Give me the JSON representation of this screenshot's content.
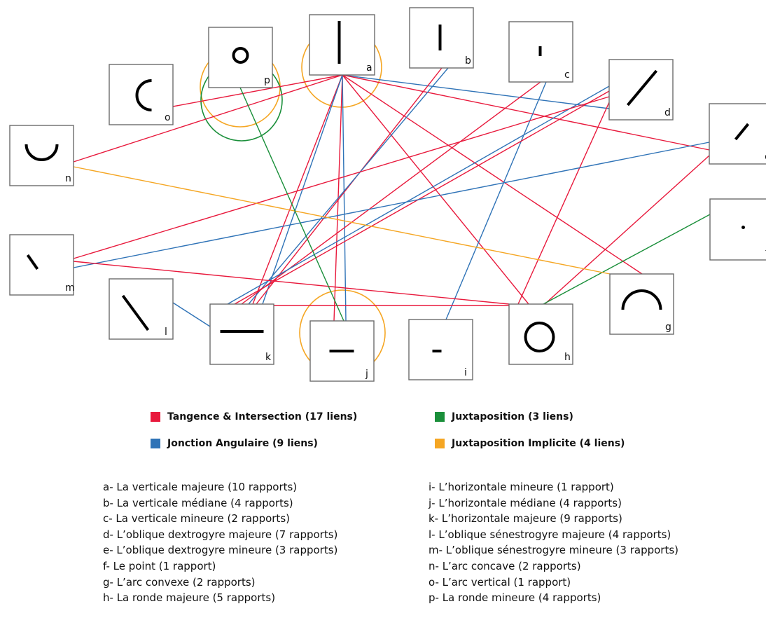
{
  "colors": {
    "tangence": "#e8193c",
    "jonction": "#2f73b7",
    "juxtaposition": "#1a8f3a",
    "implicite": "#f5a623"
  },
  "nodes": [
    {
      "id": "a",
      "label": "a",
      "icon": "vertical-line-major-icon"
    },
    {
      "id": "b",
      "label": "b",
      "icon": "vertical-line-medium-icon"
    },
    {
      "id": "c",
      "label": "c",
      "icon": "vertical-line-minor-icon"
    },
    {
      "id": "d",
      "label": "d",
      "icon": "oblique-dextro-major-icon"
    },
    {
      "id": "e",
      "label": "e",
      "icon": "oblique-dextro-minor-icon"
    },
    {
      "id": "f",
      "label": "f",
      "icon": "point-icon"
    },
    {
      "id": "g",
      "label": "g",
      "icon": "convex-arc-icon"
    },
    {
      "id": "h",
      "label": "h",
      "icon": "circle-major-icon"
    },
    {
      "id": "i",
      "label": "i",
      "icon": "horizontal-line-minor-icon"
    },
    {
      "id": "j",
      "label": "j",
      "icon": "horizontal-line-medium-icon"
    },
    {
      "id": "k",
      "label": "k",
      "icon": "horizontal-line-major-icon"
    },
    {
      "id": "l",
      "label": "l",
      "icon": "oblique-senestro-major-icon"
    },
    {
      "id": "m",
      "label": "m",
      "icon": "oblique-senestro-minor-icon"
    },
    {
      "id": "n",
      "label": "n",
      "icon": "concave-arc-icon"
    },
    {
      "id": "o",
      "label": "o",
      "icon": "vertical-arc-icon"
    },
    {
      "id": "p",
      "label": "p",
      "icon": "circle-minor-icon"
    }
  ],
  "edges": [
    {
      "from": "a",
      "to": "d",
      "type": "jonction"
    },
    {
      "from": "a",
      "to": "e",
      "type": "tangence"
    },
    {
      "from": "a",
      "to": "g",
      "type": "tangence"
    },
    {
      "from": "a",
      "to": "h",
      "type": "tangence"
    },
    {
      "from": "a",
      "to": "j",
      "type": "tangence"
    },
    {
      "from": "a",
      "to": "j",
      "type": "jonction"
    },
    {
      "from": "a",
      "to": "k",
      "type": "tangence"
    },
    {
      "from": "a",
      "to": "k",
      "type": "jonction"
    },
    {
      "from": "a",
      "to": "n",
      "type": "tangence"
    },
    {
      "from": "a",
      "to": "o",
      "type": "tangence"
    },
    {
      "from": "b",
      "to": "k",
      "type": "tangence"
    },
    {
      "from": "b",
      "to": "k",
      "type": "jonction"
    },
    {
      "from": "c",
      "to": "k",
      "type": "tangence"
    },
    {
      "from": "c",
      "to": "i",
      "type": "jonction"
    },
    {
      "from": "d",
      "to": "k",
      "type": "tangence"
    },
    {
      "from": "d",
      "to": "k",
      "type": "jonction"
    },
    {
      "from": "d",
      "to": "m",
      "type": "tangence"
    },
    {
      "from": "d",
      "to": "h",
      "type": "tangence"
    },
    {
      "from": "e",
      "to": "h",
      "type": "tangence"
    },
    {
      "from": "e",
      "to": "m",
      "type": "jonction"
    },
    {
      "from": "f",
      "to": "h",
      "type": "juxtaposition"
    },
    {
      "from": "m",
      "to": "h",
      "type": "tangence"
    },
    {
      "from": "k",
      "to": "h",
      "type": "tangence"
    },
    {
      "from": "l",
      "to": "k",
      "type": "jonction"
    },
    {
      "from": "n",
      "to": "g",
      "type": "implicite"
    },
    {
      "from": "p",
      "to": "j",
      "type": "juxtaposition"
    }
  ],
  "halos": [
    {
      "node": "a",
      "type": "implicite"
    },
    {
      "node": "p",
      "type": "implicite"
    },
    {
      "node": "p",
      "type": "juxtaposition"
    },
    {
      "node": "j",
      "type": "implicite"
    }
  ],
  "legend": [
    {
      "type": "tangence",
      "label": "Tangence & Intersection (17 liens)"
    },
    {
      "type": "jonction",
      "label": "Jonction Angulaire (9 liens)"
    },
    {
      "type": "juxtaposition",
      "label": "Juxtaposition (3 liens)"
    },
    {
      "type": "implicite",
      "label": "Juxtaposition Implicite (4 liens)"
    }
  ],
  "descriptions_left": [
    "a- La verticale majeure (10 rapports)",
    "b- La verticale médiane (4 rapports)",
    "c- La verticale mineure (2 rapports)",
    "d- L’oblique dextrogyre majeure (7 rapports)",
    "e- L’oblique dextrogyre mineure (3 rapports)",
    "f- Le point (1 rapport)",
    "g- L’arc convexe (2 rapports)",
    "h- La ronde majeure (5 rapports)"
  ],
  "descriptions_right": [
    "i- L’horizontale mineure (1 rapport)",
    "j- L’horizontale médiane (4 rapports)",
    "k- L’horizontale majeure (9 rapports)",
    "l- L’oblique sénestrogyre majeure (4 rapports)",
    "m- L’oblique sénestrogyre mineure (3 rapports)",
    "n- L’arc concave (2 rapports)",
    "o- L’arc vertical (1 rapport)",
    "p- La ronde mineure (4 rapports)"
  ]
}
